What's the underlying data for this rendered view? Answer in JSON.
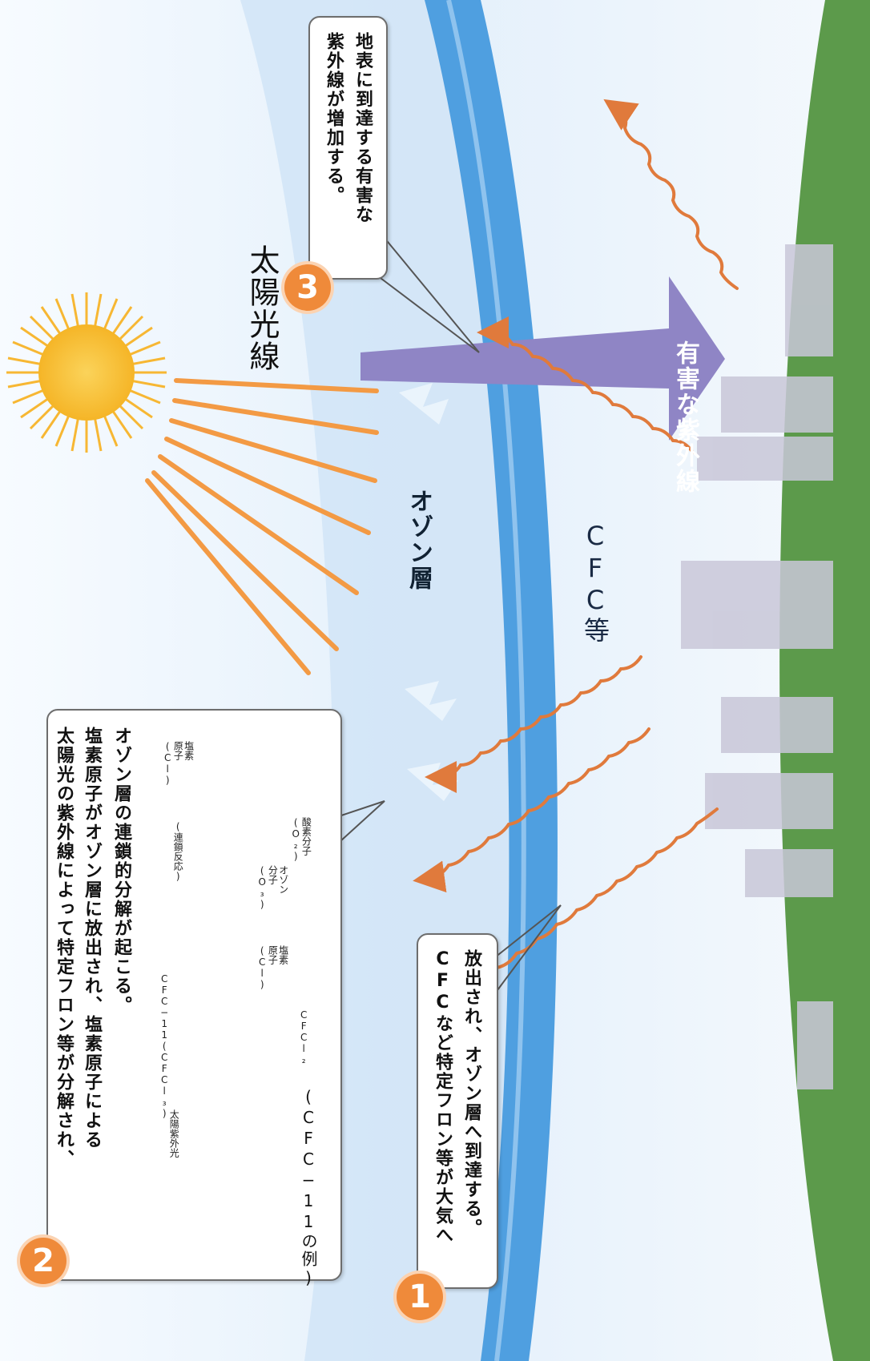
{
  "labels": {
    "sunlight": "太陽光線",
    "ozone_layer": "オゾン層",
    "cfc_etc": "CFC等",
    "harmful_uv": "有害な紫外線"
  },
  "steps": {
    "one": {
      "number": "1",
      "lines": [
        "CFCなど特定フロン等が大気へ",
        "放出され、オゾン層へ到達する。"
      ]
    },
    "two": {
      "number": "2",
      "lines": [
        "太陽光の紫外線によって特定フロン等が分解され、",
        "塩素原子がオゾン層に放出され、塩素原子による",
        "オゾン層の連鎖的分解が起こる。"
      ]
    },
    "three": {
      "number": "3",
      "lines": [
        "地表に到達する有害な",
        "紫外線が増加する。"
      ]
    }
  },
  "reaction": {
    "caption": "(CFC−11の例)",
    "sunlight_uv": "太陽紫外光",
    "cfc11": "CFC−11(CFCl₃)",
    "cfcl2": "CFCl₂",
    "chlorine_atom_1": [
      "塩素",
      "原子",
      "(Cl)"
    ],
    "ozone_molecule": [
      "オゾン",
      "分子",
      "(O₃)"
    ],
    "chain_reaction": "(連鎖反応)",
    "oxygen_molecule": [
      "酸素分子",
      "(O₂)"
    ],
    "chlorine_atom_2": [
      "塩素",
      "原子",
      "(Cl)"
    ]
  },
  "colors": {
    "ozone_band": "#4f9fe0",
    "sky": "#e3f0fb",
    "ground": "#5c9a4b",
    "uv_arrow": "#8f85c5",
    "wave": "#e07a3c",
    "sun": "#f9c23c",
    "step_badge": "#ef8a3a"
  }
}
